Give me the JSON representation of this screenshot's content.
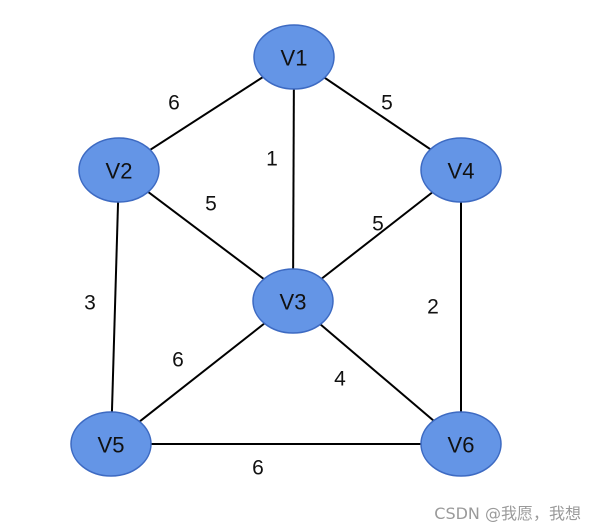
{
  "graph": {
    "nodes": [
      {
        "id": "V1",
        "label": "V1",
        "color": "#6495e6"
      },
      {
        "id": "V2",
        "label": "V2",
        "color": "#6495e6"
      },
      {
        "id": "V3",
        "label": "V3",
        "color": "#6495e6"
      },
      {
        "id": "V4",
        "label": "V4",
        "color": "#6495e6"
      },
      {
        "id": "V5",
        "label": "V5",
        "color": "#6495e6"
      },
      {
        "id": "V6",
        "label": "V6",
        "color": "#6495e6"
      }
    ],
    "edges": [
      {
        "from": "V1",
        "to": "V2",
        "weight": "6"
      },
      {
        "from": "V1",
        "to": "V3",
        "weight": "1"
      },
      {
        "from": "V1",
        "to": "V4",
        "weight": "5"
      },
      {
        "from": "V2",
        "to": "V3",
        "weight": "5"
      },
      {
        "from": "V2",
        "to": "V5",
        "weight": "3"
      },
      {
        "from": "V3",
        "to": "V4",
        "weight": "5"
      },
      {
        "from": "V3",
        "to": "V5",
        "weight": "6"
      },
      {
        "from": "V3",
        "to": "V6",
        "weight": "4"
      },
      {
        "from": "V4",
        "to": "V6",
        "weight": "2"
      },
      {
        "from": "V5",
        "to": "V6",
        "weight": "6"
      }
    ]
  },
  "watermark": "CSDN @我愿，我想"
}
